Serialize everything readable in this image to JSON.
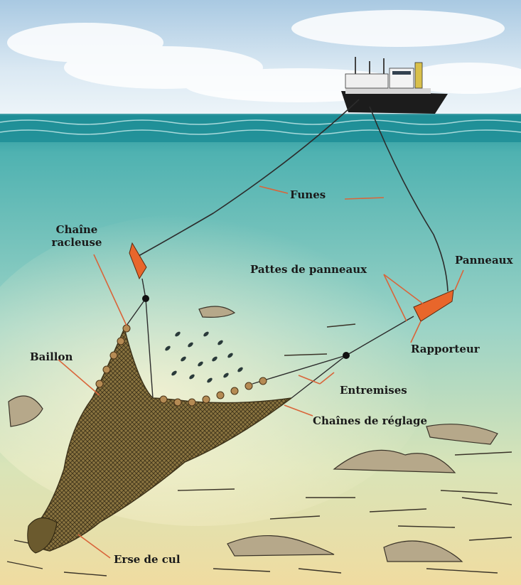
{
  "diagram": {
    "labels": {
      "funes": "Funes",
      "chaine_racleuse_1": "Chaîne",
      "chaine_racleuse_2": "racleuse",
      "panneaux": "Panneaux",
      "pattes_de_panneaux": "Pattes de panneaux",
      "rapporteur": "Rapporteur",
      "baillon": "Baillon",
      "entremises": "Entremises",
      "chaines_de_reglage": "Chaînes de réglage",
      "erse_de_cul": "Erse de cul"
    },
    "colors": {
      "sky": "#cfe3f0",
      "sea_surface": "#2aa3a8",
      "sea_deep": "#7fc7bf",
      "sea_floor": "#e8d49a",
      "net": "#6b5a2e",
      "leader_line": "#d9653a",
      "panel": "#e8662b"
    }
  }
}
